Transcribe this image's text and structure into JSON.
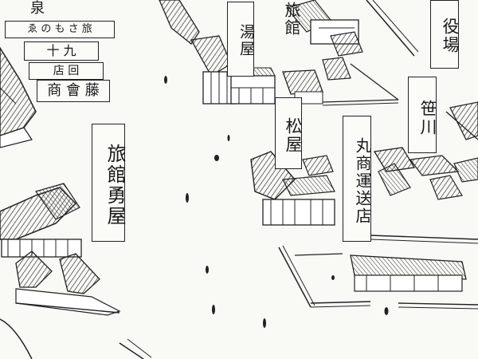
{
  "map": {
    "style": "old Japanese bird's-eye engraved town view",
    "labels": {
      "top_left_partial": "泉",
      "small_banner": "ゑ の も さ 旅",
      "sign_ninth": "十 九",
      "sign_shop": "店 回",
      "sign_bottom": "商 會 藤",
      "ryokan_yuuya": "旅館勇屋",
      "ryokan_top": "旅館",
      "shop_top": "湯屋",
      "matsuya": "松屋",
      "transport": "丸商運送店",
      "sasagawa": "笹川",
      "yakuba": "役場"
    }
  }
}
